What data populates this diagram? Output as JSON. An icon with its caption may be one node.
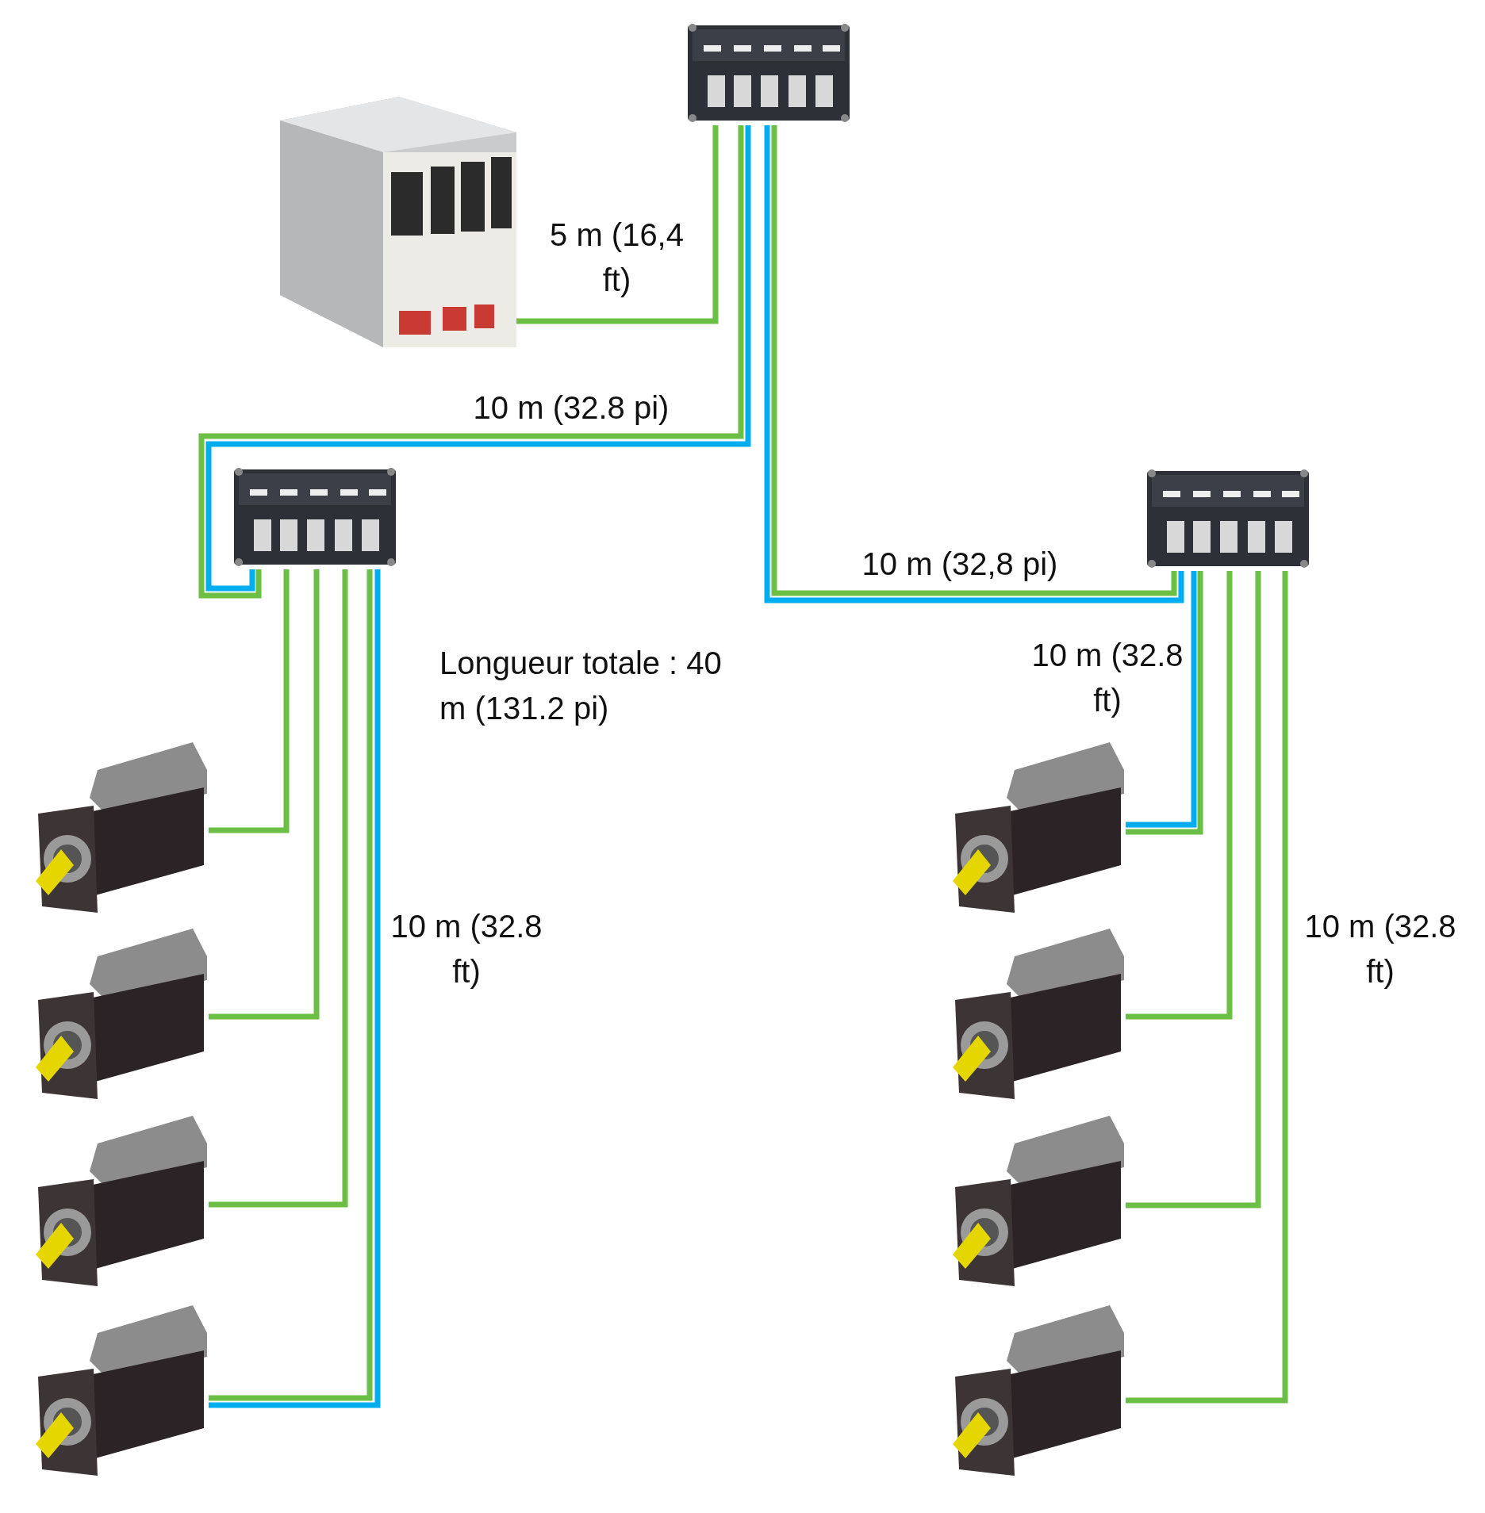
{
  "diagram": {
    "nodes": [
      {
        "text": [],
        "shape": "picture"
      },
      {
        "text": [],
        "shape": "picture"
      },
      {
        "text": [],
        "shape": "picture"
      },
      {
        "text": [],
        "shape": "picture"
      },
      {
        "text": [],
        "shape": "picture"
      },
      {
        "text": [],
        "shape": "picture"
      },
      {
        "text": [],
        "shape": "picture"
      },
      {
        "text": [],
        "shape": "picture"
      },
      {
        "text": [],
        "shape": "picture"
      },
      {
        "text": [],
        "shape": "picture"
      },
      {
        "text": [],
        "shape": "picture"
      },
      {
        "text": [],
        "shape": "picture"
      }
    ],
    "edges": [
      {
        "from": 0,
        "to": 1,
        "arrow": "none",
        "label": "5 m (16,4 ft)"
      },
      {
        "from": 1,
        "to": 2,
        "arrow": "none",
        "label": "10 m (32.8 pi)"
      },
      {
        "from": 1,
        "to": 2,
        "arrow": "none",
        "color": "#00aeef"
      },
      {
        "from": 1,
        "to": 3,
        "arrow": "none",
        "label": "10 m (32,8 pi)"
      },
      {
        "from": 1,
        "to": 3,
        "arrow": "none",
        "color": "#00aeef"
      },
      {
        "from": 2,
        "to": 4,
        "arrow": "none"
      },
      {
        "from": 2,
        "to": 5,
        "arrow": "none"
      },
      {
        "from": 2,
        "to": 6,
        "arrow": "none"
      },
      {
        "from": 2,
        "to": 7,
        "arrow": "none"
      },
      {
        "from": 2,
        "to": 7,
        "arrow": "none",
        "color": "#00aeef"
      },
      {
        "from": 3,
        "to": 8,
        "arrow": "none"
      },
      {
        "from": 3,
        "to": 9,
        "arrow": "none"
      },
      {
        "from": 3,
        "to": 10,
        "arrow": "none"
      },
      {
        "from": 3,
        "to": 11,
        "arrow": "none"
      },
      {
        "from": 3,
        "to": 8,
        "arrow": "none",
        "color": "#00aeef"
      }
    ],
    "labels": [
      "Longueur totale : 40 m (131.2 pi)",
      "10 m (32.8 ft)",
      "10 m (32.8 ft)",
      "10 m (32.8 ft)"
    ]
  }
}
